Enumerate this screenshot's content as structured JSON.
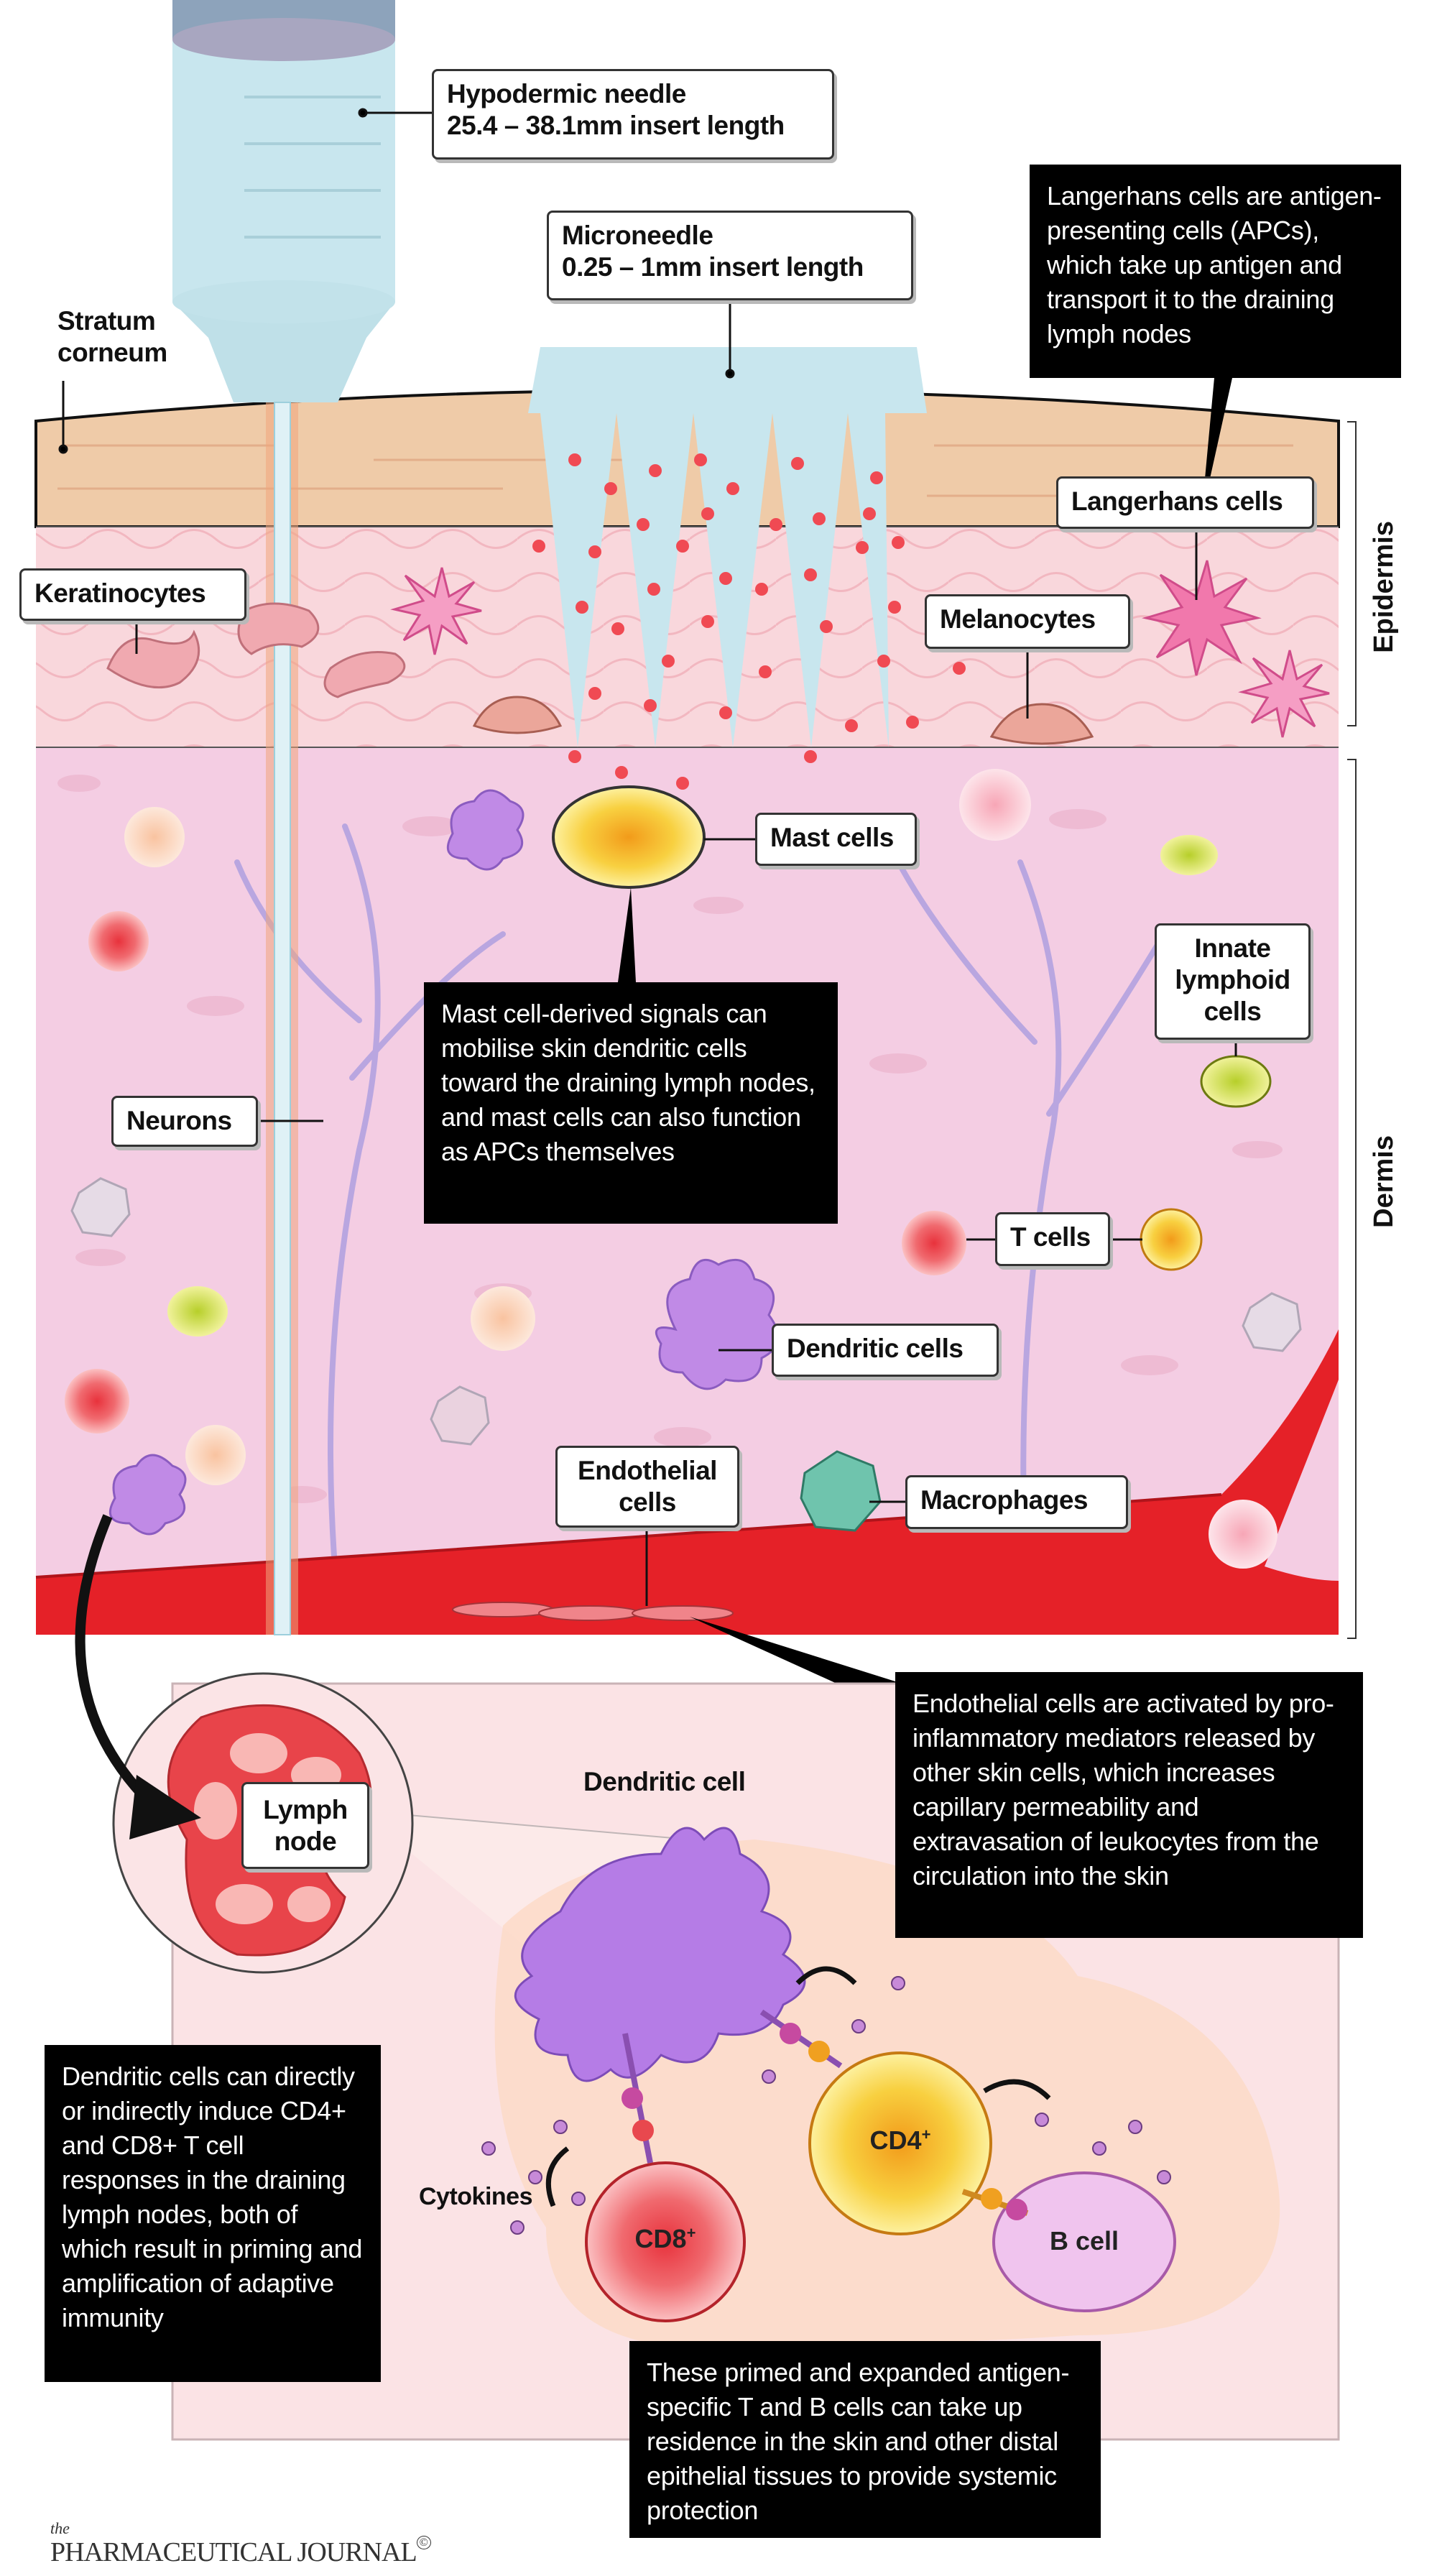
{
  "needles": {
    "hypodermic": {
      "title": "Hypodermic needle",
      "length": "25.4 – 38.1mm insert length"
    },
    "microneedle": {
      "title": "Microneedle",
      "length": "0.25 – 1mm insert length"
    }
  },
  "layers": {
    "stratum_corneum": "Stratum corneum",
    "epidermis": "Epidermis",
    "dermis": "Dermis"
  },
  "cells": {
    "keratinocytes": "Keratinocytes",
    "melanocytes": "Melanocytes",
    "langerhans": "Langerhans cells",
    "mast": "Mast cells",
    "innate_lymphoid": "Innate lymphoid cells",
    "neurons": "Neurons",
    "t_cells": "T cells",
    "dendritic": "Dendritic cells",
    "endothelial": "Endothelial cells",
    "macrophages": "Macrophages",
    "lymph_node": "Lymph node",
    "dendritic_single": "Dendritic cell",
    "cytokines": "Cytokines",
    "cd8": "CD8",
    "cd8_sup": "+",
    "cd4": "CD4",
    "cd4_sup": "+",
    "b_cell": "B cell"
  },
  "callouts": {
    "langerhans": "Langerhans cells are antigen-presenting cells (APCs), which take up antigen and transport it to the draining lymph nodes",
    "mast": "Mast cell-derived signals can mobilise skin dendritic cells toward the draining lymph nodes, and mast cells can also function as APCs themselves",
    "endothelial": "Endothelial cells are activated by pro-inflammatory mediators released by other skin cells, which increases capillary permeability and extravasation of leukocytes from the circulation into the skin",
    "dendritic": "Dendritic cells can directly or indirectly induce CD4+ and CD8+ T cell responses in the draining lymph nodes, both of which result in priming and amplification of adaptive immunity",
    "primed": "These primed and expanded antigen-specific T and B cells can take up residence in the skin and other distal epithelial tissues to provide systemic protection"
  },
  "logo": {
    "the": "the",
    "name": "PHARMACEUTICAL JOURNAL",
    "copyright": "©"
  },
  "colors": {
    "stratum": "#efcba8",
    "epidermis": "#f9d7dc",
    "dermis": "#f4cde3",
    "blood": "#e52128",
    "callout_bg": "#000000"
  }
}
